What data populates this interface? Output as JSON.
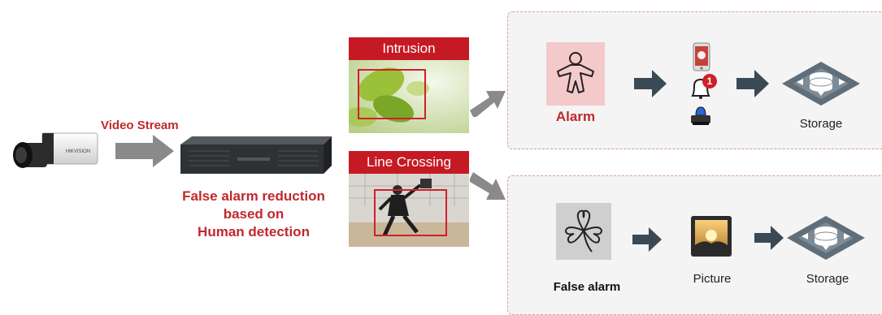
{
  "input": {
    "video_stream_label": "Video Stream",
    "camera_brand": "HIKVISION",
    "nvr_caption_lines": [
      "False alarm reduction",
      "based on",
      "Human detection"
    ]
  },
  "scenarios": [
    {
      "title": "Intrusion"
    },
    {
      "title": "Line Crossing"
    }
  ],
  "alarm_flow": {
    "label": "Alarm",
    "storage_label": "Storage",
    "notification_badge": "1"
  },
  "false_alarm_flow": {
    "label": "False alarm",
    "picture_label": "Picture",
    "storage_label": "Storage"
  },
  "colors": {
    "accent_red": "#c0282c",
    "arrow_gray": "#8a8a8a",
    "arrow_dark": "#3a4a55",
    "panel_bg": "#f4f4f4",
    "panel_border": "#d9a0a0"
  }
}
